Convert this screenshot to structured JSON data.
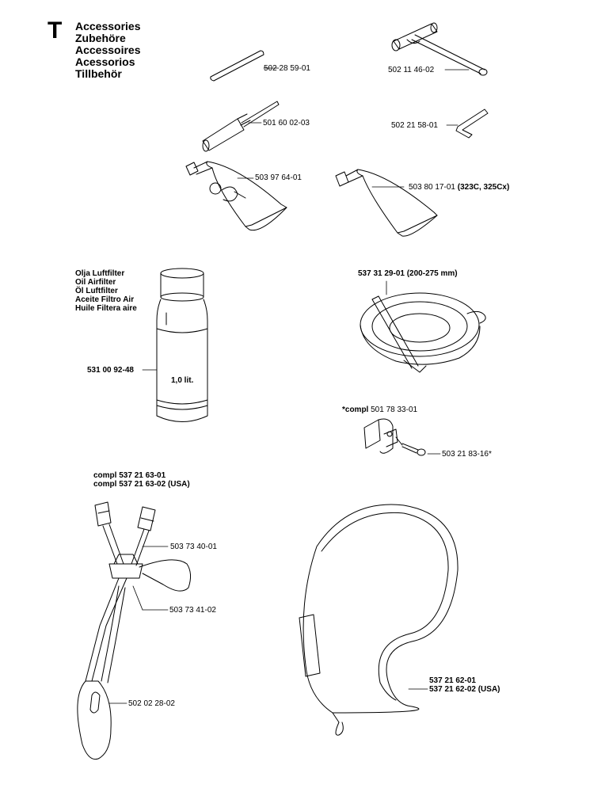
{
  "section": {
    "letter": "T",
    "titles": [
      "Accessories",
      "Zubehöre",
      "Accessoires",
      "Acessorios",
      "Tillbehör"
    ]
  },
  "parts": {
    "rod": "502 28 59-01",
    "t_wrench": "502 11 46-02",
    "file": "501 60 02-03",
    "hex_key": "502 21 58-01",
    "grease_tube_left": "503 97 64-01",
    "grease_tube_right": "503 80 17-01",
    "grease_tube_right_note": "(323C, 325Cx)",
    "oil_bottle": "531 00 92-48",
    "oil_bottle_volume": "1,0 lit.",
    "deflector": "537 31 29-01 (200-275 mm)",
    "clamp_compl_prefix": "*compl",
    "clamp_compl": "501 78 33-01",
    "clamp_screw": "503 21 83-16*",
    "harness_compl_1": "compl  537 21 63-01",
    "harness_compl_2": "compl  537 21 63-02 (USA)",
    "harness_buckle": "503 73 40-01",
    "harness_strap": "503 73 41-02",
    "harness_pad": "502 02 28-02",
    "sling_1": "537 21 62-01",
    "sling_2": "537 21 62-02 (USA)"
  },
  "oil_labels": [
    "Olja Luftfilter",
    "Oil Airfilter",
    "Öl Luftfilter",
    "Aceite Filtro Air",
    "Huile Filtera aire"
  ]
}
